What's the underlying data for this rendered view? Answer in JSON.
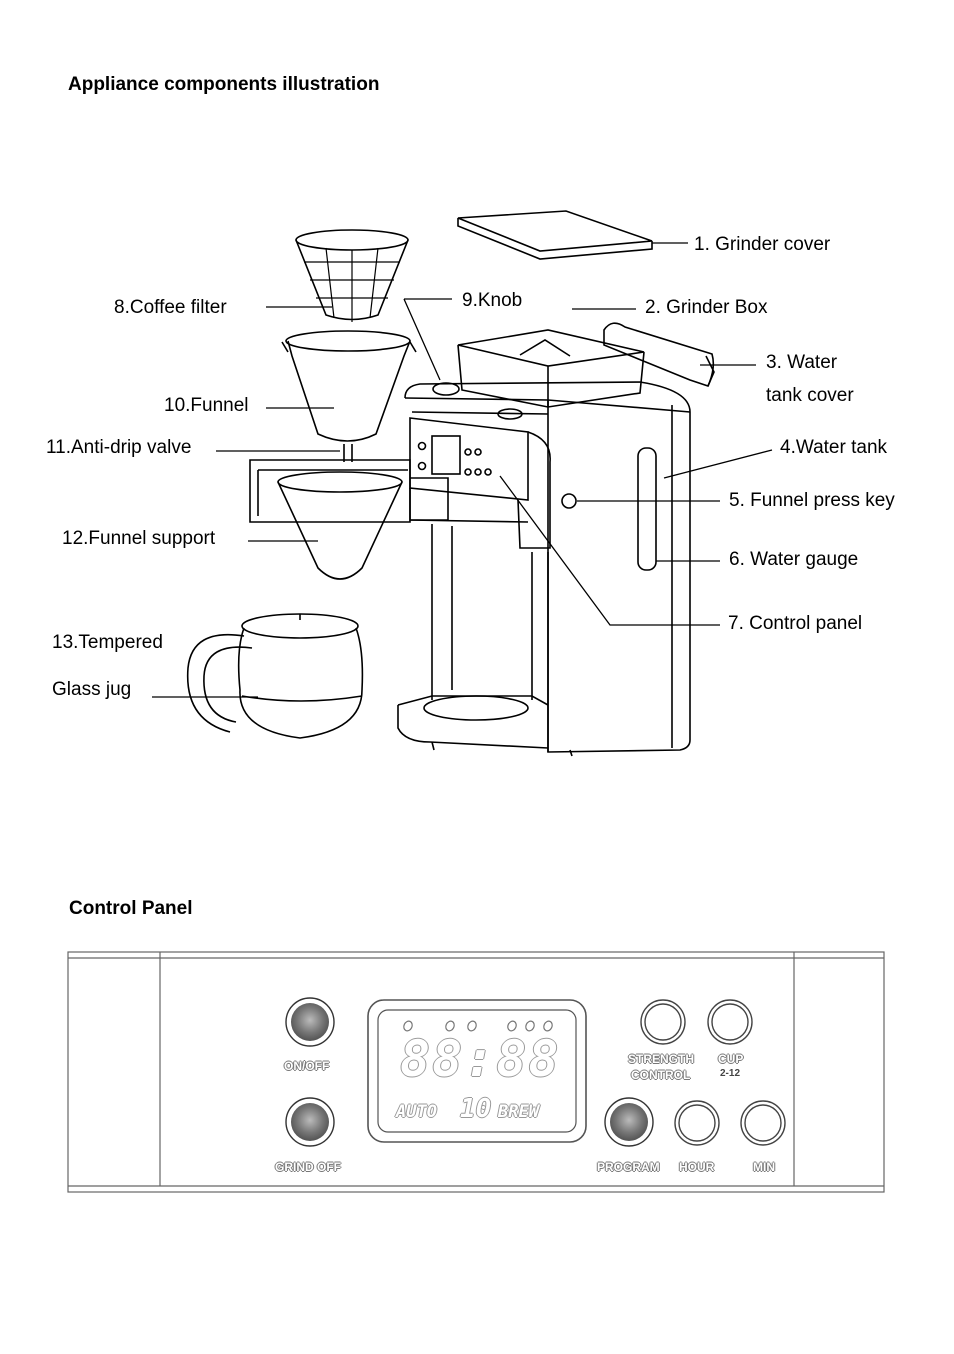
{
  "headings": {
    "illustration": "Appliance components illustration",
    "control_panel": "Control Panel"
  },
  "components": {
    "c1": "1. Grinder cover",
    "c2": "2. Grinder Box",
    "c3a": "3. Water",
    "c3b": "tank cover",
    "c4": "4.Water tank",
    "c5": "5. Funnel press key",
    "c6": "6. Water gauge",
    "c7": "7. Control panel",
    "c8": "8.Coffee filter",
    "c9": "9.Knob",
    "c10": "10.Funnel",
    "c11": "11.Anti-drip valve",
    "c12": "12.Funnel support",
    "c13a": "13.Tempered",
    "c13b": "Glass jug"
  },
  "panel": {
    "on_off": "ON/OFF",
    "grind_off": "GRIND OFF",
    "strength_1": "STRENGTH",
    "strength_2": "CONTROL",
    "cup": "CUP",
    "cup_range": "2-12",
    "program": "PROGRAM",
    "hour": "HOUR",
    "min": "MIN",
    "display_time": "88:88",
    "display_auto": "AUTO",
    "display_num": "10",
    "display_brew": "BREW"
  }
}
